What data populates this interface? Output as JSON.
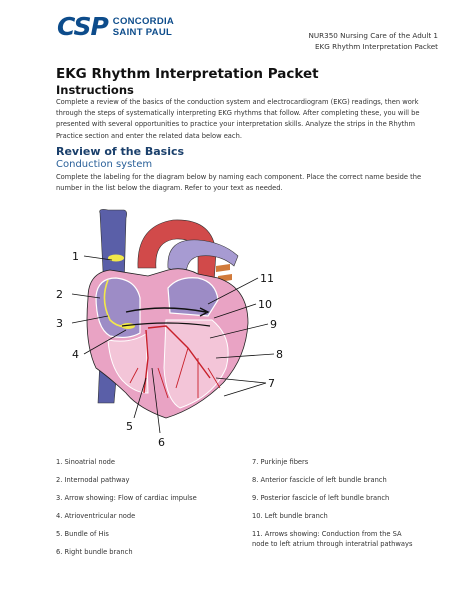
{
  "logo": {
    "mark": "CSP",
    "line1": "CONCORDIA",
    "line2": "SAINT PAUL"
  },
  "header": {
    "course": "NUR350 Nursing Care of the Adult 1",
    "doc": "EKG Rhythm Interpretation Packet"
  },
  "title": "EKG Rhythm Interpretation Packet",
  "instructions": {
    "heading": "Instructions",
    "text": "Complete a review of the basics of the conduction system and electrocardiogram (EKG) readings, then work through the steps of systematically interpreting EKG rhythms that follow. After completing these, you will be presented with several opportunities to practice your interpretation skills. Analyze the strips in the Rhythm Practice section and enter the related data below each."
  },
  "review": {
    "heading": "Review of the Basics",
    "subheading": "Conduction system",
    "text": "Complete the labeling for the diagram below by naming each component. Place the correct name beside the number in the list below the diagram. Refer to your text as needed."
  },
  "diagram_numbers": [
    "1",
    "2",
    "3",
    "4",
    "5",
    "6",
    "7",
    "8",
    "9",
    "10",
    "11"
  ],
  "legend": {
    "left": [
      "1. Sinoatrial node",
      "2. Internodal pathway",
      "3. Arrow showing: Flow of cardiac impulse",
      "4. Atrioventricular node",
      "5. Bundle of His",
      "6. Right bundle branch"
    ],
    "right": [
      "7. Purkinje fibers",
      "8. Anterior fascicle of left bundle branch",
      "9. Posterior fascicle of left bundle branch",
      "10. Left bundle branch",
      "11. Arrows showing:   Conduction from the SA",
      "node to left atrium through interatrial pathways"
    ]
  },
  "colors": {
    "brand": "#0d4c8b",
    "heading_blue": "#1a3f6b",
    "subheading_blue": "#2a6099",
    "vein_blue": "#5a5fa8",
    "artery_red": "#d14a4a",
    "muscle_pink": "#e9a3c4",
    "chamber_purple": "#9d8cc6",
    "node_yellow": "#f2e84a"
  }
}
